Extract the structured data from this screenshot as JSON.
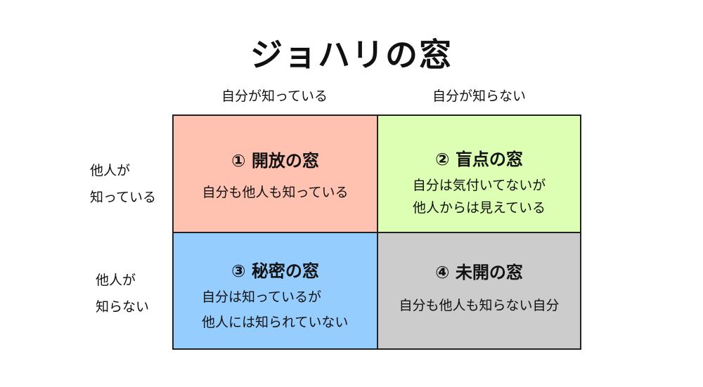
{
  "title": "ジョハリの窓",
  "columns": [
    "自分が知っている",
    "自分が知らない"
  ],
  "rows": [
    [
      "他人が",
      "知っている"
    ],
    [
      "他人が",
      "知らない"
    ]
  ],
  "cells": [
    {
      "title": "① 開放の窓",
      "lines": [
        "自分も他人も知っている"
      ],
      "color": "#FFC2B0"
    },
    {
      "title": "② 盲点の窓",
      "lines": [
        "自分は気付いてないが",
        "他人からは見えている"
      ],
      "color": "#DDFFB3"
    },
    {
      "title": "③ 秘密の窓",
      "lines": [
        "自分は知っているが",
        "他人には知られていない"
      ],
      "color": "#96CDFF"
    },
    {
      "title": "④ 未開の窓",
      "lines": [
        "自分も他人も知らない自分"
      ],
      "color": "#CCCCCC"
    }
  ]
}
